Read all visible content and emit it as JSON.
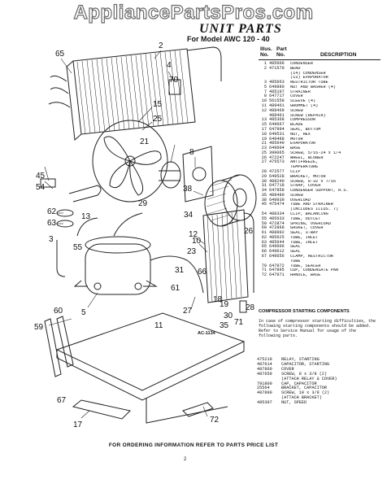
{
  "watermark": "AppliancePartsPros.com",
  "header": {
    "title": "UNIT PARTS",
    "model": "For Model AWC 120 - 40",
    "col_illus": "Illus.\nNo.",
    "col_part": "Part\nNo.",
    "col_desc": "DESCRIPTION"
  },
  "parts": [
    {
      "n": "1",
      "p": "485606",
      "d": "CONDENSER"
    },
    {
      "n": "2",
      "p": "471570",
      "d": "BEND"
    },
    {
      "n": "",
      "p": "",
      "d": "(14) CONDENSER"
    },
    {
      "n": "",
      "p": "",
      "d": "(13) EVAPORATOR"
    },
    {
      "n": "3",
      "p": "485663",
      "d": "RESTRICTOR TUBE"
    },
    {
      "n": "5",
      "p": "649880",
      "d": "NUT AND WASHER (4)"
    },
    {
      "n": "7",
      "p": "485197",
      "d": "STRAINER"
    },
    {
      "n": "8",
      "p": "647717",
      "d": "COVER"
    },
    {
      "n": "10",
      "p": "561558",
      "d": "SLEEVE (4)"
    },
    {
      "n": "11",
      "p": "489461",
      "d": "GROMMET (4)"
    },
    {
      "n": "12",
      "p": "488469",
      "d": "SCREW"
    },
    {
      "n": "",
      "p": "488461",
      "d": "SCREW (REPAIR)"
    },
    {
      "n": "13",
      "p": "485368",
      "d": "COMPRESSOR"
    },
    {
      "n": "15",
      "p": "649667",
      "d": "BLADE"
    },
    {
      "n": "17",
      "p": "647994",
      "d": "SEAL, BOTTOM"
    },
    {
      "n": "18",
      "p": "649531",
      "d": "NUT, HEX"
    },
    {
      "n": "19",
      "p": "649488",
      "d": "MOTOR"
    },
    {
      "n": "21",
      "p": "485640",
      "d": "EVAPORATOR"
    },
    {
      "n": "23",
      "p": "649604",
      "d": "BASE"
    },
    {
      "n": "25",
      "p": "399065",
      "d": "SCREW, 5/16-24 x 1/4"
    },
    {
      "n": "26",
      "p": "472247",
      "d": "WHEEL, BLOWER"
    },
    {
      "n": "27",
      "p": "475573",
      "d": "ANTIFREEZE,"
    },
    {
      "n": "",
      "p": "",
      "d": "TEMPERATURE"
    },
    {
      "n": "28",
      "p": "472577",
      "d": "CLIP"
    },
    {
      "n": "29",
      "p": "649528",
      "d": "BRACKET, MOTOR"
    },
    {
      "n": "30",
      "p": "488240",
      "d": "SCREW, 8-32 x 7/16"
    },
    {
      "n": "31",
      "p": "647718",
      "d": "STRAP, COVER"
    },
    {
      "n": "34",
      "p": "647858",
      "d": "CONDENSER SUPPORT, R.S."
    },
    {
      "n": "35",
      "p": "488480",
      "d": "SCREW"
    },
    {
      "n": "38",
      "p": "649930",
      "d": "OVERLOAD"
    },
    {
      "n": "45",
      "p": "475474",
      "d": "TUBE AND STRAINER"
    },
    {
      "n": "",
      "p": "",
      "d": "(INCLUDES ILLUS. 7)"
    },
    {
      "n": "54",
      "p": "488334",
      "d": "CLIP, BALANCING"
    },
    {
      "n": "55",
      "p": "485633",
      "d": "TUBE, OUTLET"
    },
    {
      "n": "59",
      "p": "472874",
      "d": "SPRING, OVERLOAD"
    },
    {
      "n": "60",
      "p": "472868",
      "d": "GASKET, COVER"
    },
    {
      "n": "61",
      "p": "488992",
      "d": "SEAL, 3-WAY"
    },
    {
      "n": "62",
      "p": "485625",
      "d": "TUBE, INLET"
    },
    {
      "n": "63",
      "p": "485644",
      "d": "TUBE, INLET"
    },
    {
      "n": "65",
      "p": "649606",
      "d": "SEAL"
    },
    {
      "n": "66",
      "p": "649612",
      "d": "SEAL"
    },
    {
      "n": "67",
      "p": "648656",
      "d": "CLAMP, RESTRICTOR"
    },
    {
      "n": "",
      "p": "",
      "d": "TUBE"
    },
    {
      "n": "70",
      "p": "647972",
      "d": "TUBE, SEALER"
    },
    {
      "n": "71",
      "p": "647895",
      "d": "CUP, CONDENSATE PAN"
    },
    {
      "n": "72",
      "p": "647971",
      "d": "HANDLE, BASE"
    }
  ],
  "compressor_section": {
    "title": "COMPRESSOR STARTING COMPONENTS",
    "note": "In case of compressor starting difficulties, the following starting components should be added. Refer to Service Manual for usage of the following parts.",
    "items": [
      {
        "p": "475219",
        "d": "RELAY, STARTING"
      },
      {
        "p": "487614",
        "d": "CAPACITOR, STARTING"
      },
      {
        "p": "487860",
        "d": "COVER"
      },
      {
        "p": "487659",
        "d": "SCREW, 8 x 3/8 (2)"
      },
      {
        "p": "",
        "d": "(ATTACH RELAY & COVER)"
      },
      {
        "p": "791800",
        "d": "CAP, CAPACITOR"
      },
      {
        "p": "25564",
        "d": "BRACKET, CAPACITOR"
      },
      {
        "p": "487890",
        "d": "SCREW, 10 x 3/8 (2)"
      },
      {
        "p": "",
        "d": "(ATTACH BRACKET)"
      },
      {
        "p": "485397",
        "d": "NUT, SPEED"
      }
    ]
  },
  "diagram": {
    "code": "AC-1134",
    "callouts": [
      "65",
      "2",
      "4",
      "70",
      "15",
      "25",
      "21",
      "8",
      "45",
      "54",
      "29",
      "38",
      "34",
      "62",
      "63",
      "3",
      "13",
      "55",
      "12",
      "10",
      "5",
      "27",
      "23",
      "26",
      "60",
      "59",
      "66",
      "31",
      "61",
      "18",
      "19",
      "30",
      "35",
      "67",
      "28",
      "71",
      "11",
      "72",
      "17"
    ]
  },
  "footer": {
    "order_info": "FOR ORDERING INFORMATION REFER TO PARTS PRICE LIST",
    "page": "2"
  }
}
